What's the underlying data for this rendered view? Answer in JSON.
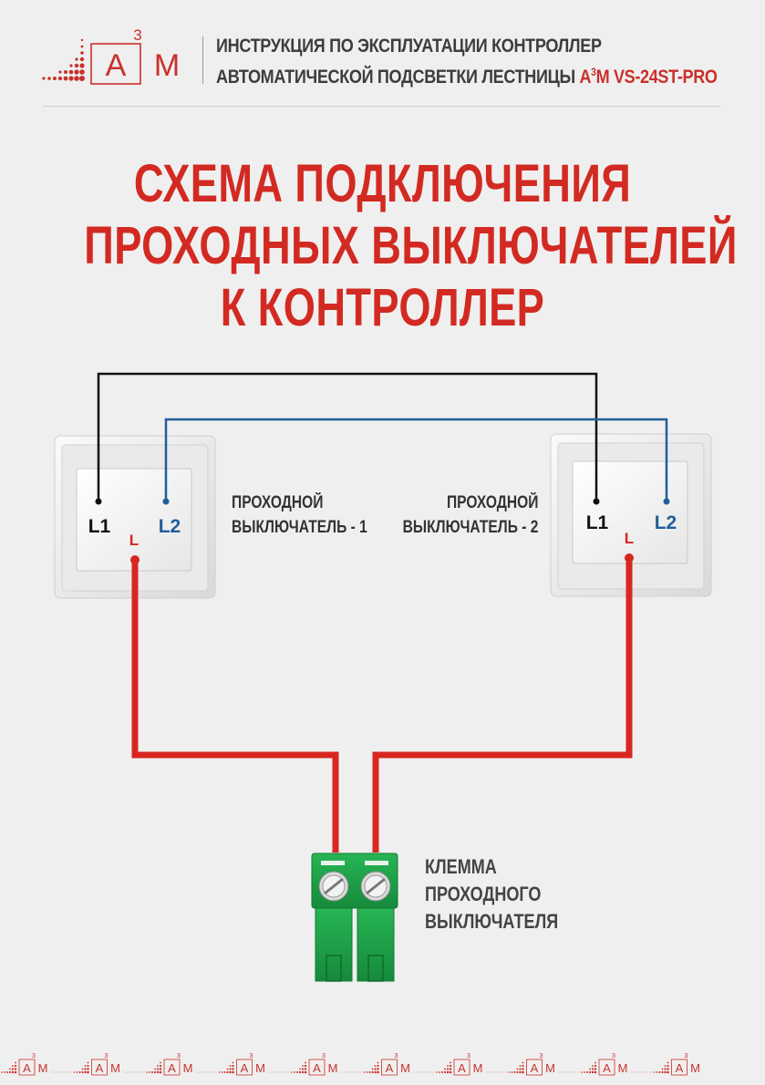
{
  "header": {
    "logo_letter_a": "А",
    "logo_sup": "3",
    "logo_letter_m": "М",
    "line1": "ИНСТРУКЦИЯ ПО ЭКСПЛУАТАЦИИ КОНТРОЛЛЕР",
    "line2_prefix": "АВТОМАТИЧЕСКОЙ ПОДСВЕТКИ ЛЕСТНИЦЫ ",
    "brand_a": "А",
    "brand_sup": "3",
    "brand_rest": "М VS-24ST-PRO"
  },
  "title": {
    "line1": "СХЕМА ПОДКЛЮЧЕНИЯ",
    "line2": "ПРОХОДНЫХ ВЫКЛЮЧАТЕЛЕЙ",
    "line3": "К КОНТРОЛЛЕР"
  },
  "switch1": {
    "label_line1": "ПРОХОДНОЙ",
    "label_line2": "ВЫКЛЮЧАТЕЛЬ - 1",
    "terminal_l1": "L1",
    "terminal_l2": "L2",
    "terminal_l": "L"
  },
  "switch2": {
    "label_line1": "ПРОХОДНОЙ",
    "label_line2": "ВЫКЛЮЧАТЕЛЬ - 2",
    "terminal_l1": "L1",
    "terminal_l2": "L2",
    "terminal_l": "L"
  },
  "terminal_block": {
    "label_line1": "КЛЕММА",
    "label_line2": "ПРОХОДНОГО",
    "label_line3": "ВЫКЛЮЧАТЕЛЯ"
  },
  "footer": {
    "logo_a": "А",
    "logo_sup": "3",
    "logo_m": "М",
    "count": 10
  },
  "colors": {
    "brand_red": "#c8312b",
    "title_red": "#d22a22",
    "wire_black": "#111111",
    "wire_blue": "#1f5f99",
    "wire_red": "#d8271f",
    "terminal_green": "#1ea64a",
    "l2_blue": "#1f5f99"
  }
}
